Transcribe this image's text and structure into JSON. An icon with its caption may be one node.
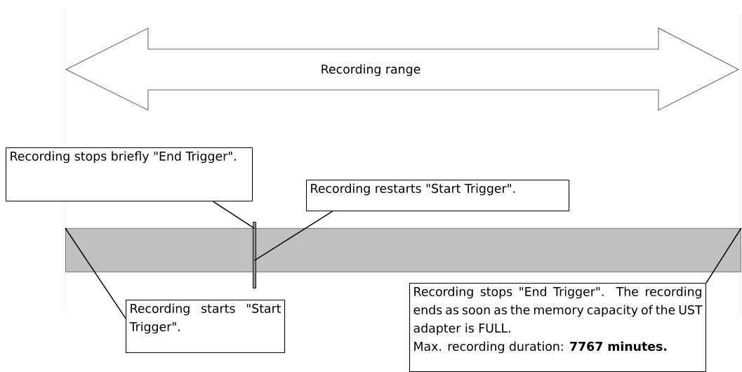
{
  "diagram": {
    "nodes": [
      {
        "text": [
          "Recording range"
        ]
      },
      {
        "text": [],
        "shape": "bar"
      },
      {
        "text": [],
        "shape": "bar"
      },
      {
        "text": [
          "Recording stops briefly \"End Trigger\"."
        ]
      },
      {
        "text": [
          "Recording restarts \"Start Trigger\"."
        ]
      },
      {
        "text": [
          "Recording starts \"Start Trigger\"."
        ]
      },
      {
        "text": [
          "Recording stops \"End Trigger\". The recording ends as soon as the memory capacity of the UST adapter is FULL.",
          "Max. recording duration: **7767 minutes.**"
        ]
      }
    ],
    "edges": [
      {
        "from": 3,
        "to": 2,
        "arrow": "none"
      },
      {
        "from": 4,
        "to": 2,
        "arrow": "none"
      },
      {
        "from": 5,
        "to": 1,
        "arrow": "none"
      },
      {
        "from": 6,
        "to": 1,
        "arrow": "none"
      }
    ]
  }
}
